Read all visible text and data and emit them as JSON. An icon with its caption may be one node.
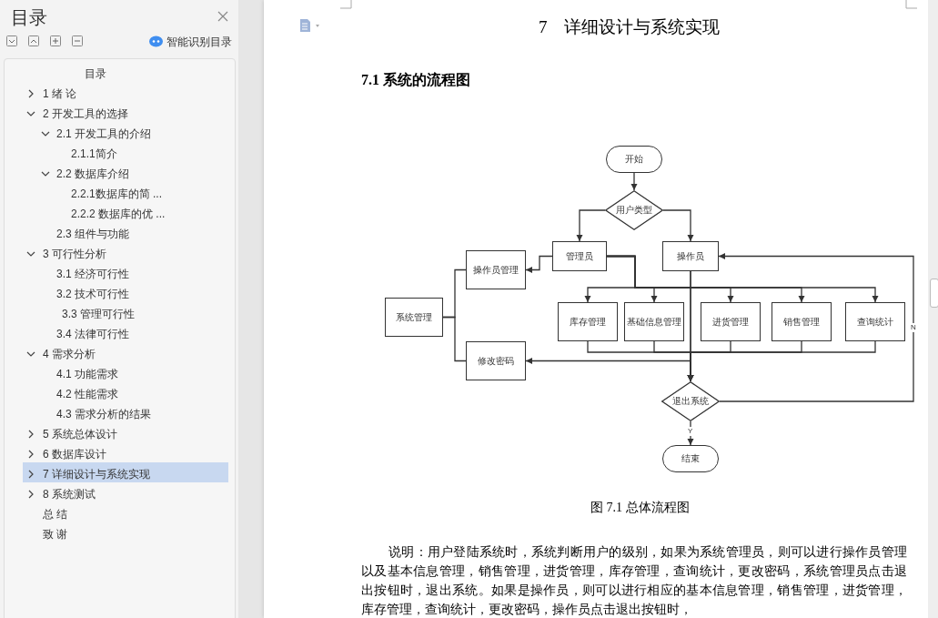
{
  "diagram": {
    "caption": "图 7.1 总体流程图",
    "nodes": [
      {
        "text": [
          "开始"
        ]
      },
      {
        "text": [
          "用户类型"
        ]
      },
      {
        "text": [
          "管理员"
        ]
      },
      {
        "text": [
          "操作员"
        ]
      },
      {
        "text": [
          "操作员管理"
        ]
      },
      {
        "text": [
          "系统管理"
        ]
      },
      {
        "text": [
          "修改密码"
        ]
      },
      {
        "text": [
          "库存管理"
        ]
      },
      {
        "text": [
          "基础信息管理"
        ]
      },
      {
        "text": [
          "进货管理"
        ]
      },
      {
        "text": [
          "销售管理"
        ]
      },
      {
        "text": [
          "查询统计"
        ]
      },
      {
        "text": [
          "退出系统"
        ]
      },
      {
        "text": [
          "结束"
        ]
      }
    ],
    "edges": [
      {
        "from": 0,
        "to": 1,
        "arrow": "to"
      },
      {
        "from": 1,
        "to": 2,
        "arrow": "to"
      },
      {
        "from": 1,
        "to": 3,
        "arrow": "to"
      },
      {
        "from": 2,
        "to": 4,
        "arrow": "to"
      },
      {
        "from": 2,
        "to": 7,
        "arrow": "to"
      },
      {
        "from": 2,
        "to": 8,
        "arrow": "to"
      },
      {
        "from": 2,
        "to": 9,
        "arrow": "to"
      },
      {
        "from": 2,
        "to": 10,
        "arrow": "to"
      },
      {
        "from": 2,
        "to": 11,
        "arrow": "to"
      },
      {
        "from": 3,
        "to": 12,
        "arrow": "to"
      },
      {
        "from": 3,
        "to": 6,
        "arrow": "to"
      },
      {
        "from": 7,
        "to": 12,
        "arrow": "to"
      },
      {
        "from": 8,
        "to": 12,
        "arrow": "to"
      },
      {
        "from": 9,
        "to": 12,
        "arrow": "to"
      },
      {
        "from": 10,
        "to": 12,
        "arrow": "to"
      },
      {
        "from": 11,
        "to": 12,
        "arrow": "to"
      },
      {
        "from": 12,
        "to": 13,
        "arrow": "to",
        "label": "Y"
      },
      {
        "from": 12,
        "to": 3,
        "arrow": "to",
        "label": "N"
      },
      {
        "from": 5,
        "to": 4,
        "arrow": "none"
      },
      {
        "from": 5,
        "to": 6,
        "arrow": "none"
      }
    ],
    "labels": [
      "目录",
      "智能识别目录",
      "目录",
      "1 绪 论",
      "2 开发工具的选择",
      "2.1 开发工具的介绍",
      "2.1.1简介",
      "2.2 数据库介绍",
      "2.2.1数据库的简 ...",
      "2.2.2 数据库的优 ...",
      "2.3 组件与功能",
      "3 可行性分析",
      "3.1 经济可行性",
      "3.2 技术可行性",
      "3.3 管理可行性",
      "3.4 法律可行性",
      "4 需求分析",
      "4.1 功能需求",
      "4.2 性能需求",
      "4.3 需求分析的结果",
      "5 系统总体设计",
      "6 数据库设计",
      "7 详细设计与系统实现",
      "8 系统测试",
      "总 结",
      "致 谢",
      "7 详细设计与系统实现",
      "7.1 系统的流程图",
      "说明：用户登陆系统时，系统判断用户的级别，如果为系统管理员，则可以进行操作员管理以及基本信息管理，销售管理，进货管理，库存管理，查询统计，更改密码，系统管理员点击退出按钮时，退出系统。如果是操作员，则可以进行相应的基本信息管理，销售管理，进货管理，库存管理，查询统计，更改密码，操作员点击退出按钮时，"
    ]
  }
}
